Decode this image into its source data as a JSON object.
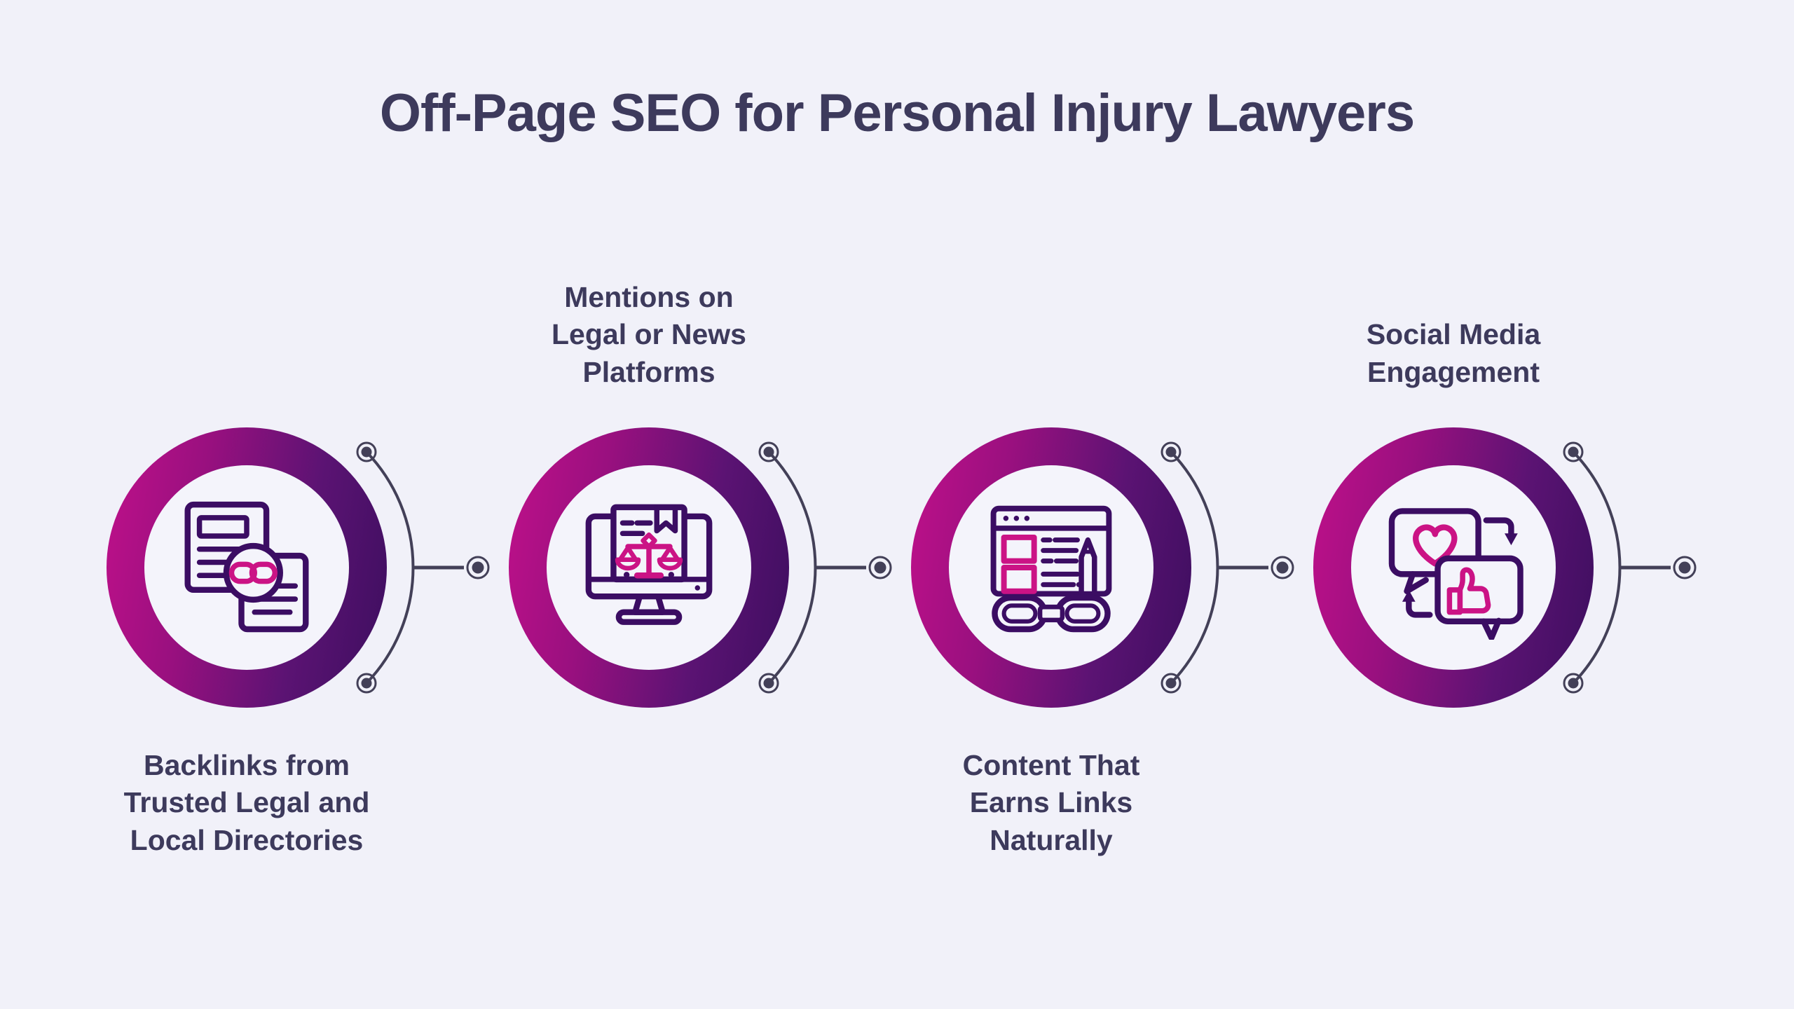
{
  "title": "Off-Page SEO for Personal Injury Lawyers",
  "steps": [
    {
      "name": "backlinks-directories",
      "label": "Backlinks from\nTrusted Legal and\nLocal Directories",
      "label_position": "below",
      "icon": "linked-documents-icon"
    },
    {
      "name": "mentions-platforms",
      "label": "Mentions on\nLegal or News\nPlatforms",
      "label_position": "above",
      "icon": "legal-monitor-icon"
    },
    {
      "name": "content-links",
      "label": "Content That\nEarns Links\nNaturally",
      "label_position": "below",
      "icon": "webpage-chain-pencil-icon"
    },
    {
      "name": "social-engagement",
      "label": "Social Media\nEngagement",
      "label_position": "above",
      "icon": "chat-bubbles-icon"
    }
  ],
  "colors": {
    "background": "#f1f1f9",
    "text": "#3d3a5c",
    "ring_gradient_start": "#c0108a",
    "ring_gradient_end": "#3d0e5f",
    "accent_magenta": "#cb1385",
    "icon_outline": "#3b0d63",
    "connector": "#434058",
    "circle_inner": "#f4f4fb"
  }
}
